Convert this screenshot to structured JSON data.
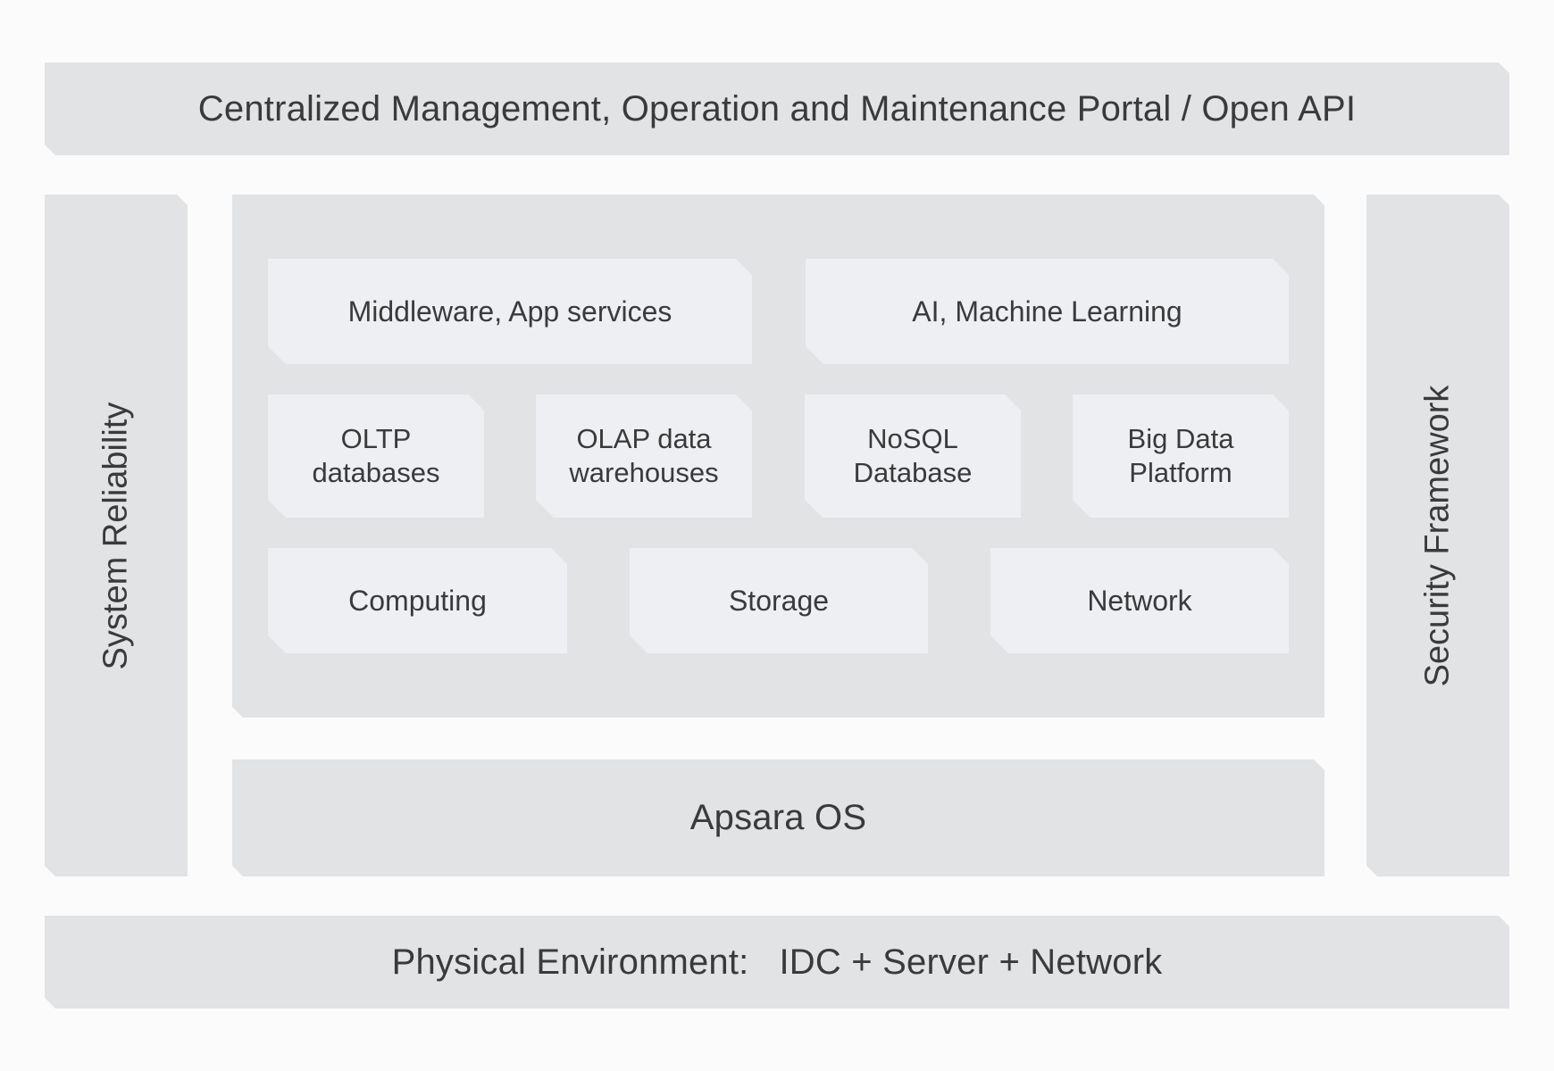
{
  "top_bar": {
    "label": "Centralized Management, Operation and Maintenance Portal / Open API"
  },
  "left_pillar": {
    "label": "System Reliability"
  },
  "right_pillar": {
    "label": "Security Framework"
  },
  "core": {
    "row1": [
      {
        "label": "Middleware, App services"
      },
      {
        "label": "AI, Machine Learning"
      }
    ],
    "row2": [
      {
        "label": "OLTP\ndatabases"
      },
      {
        "label": "OLAP data\nwarehouses"
      },
      {
        "label": "NoSQL\nDatabase"
      },
      {
        "label": "Big Data\nPlatform"
      }
    ],
    "row3": [
      {
        "label": "Computing"
      },
      {
        "label": "Storage"
      },
      {
        "label": "Network"
      }
    ]
  },
  "os_bar": {
    "label": "Apsara OS"
  },
  "bottom_bar": {
    "label": "Physical Environment:   IDC + Server + Network"
  },
  "colors": {
    "background": "#fbfbfb",
    "outer_block": "#e1e3e5",
    "inner_block": "#edeff3",
    "text": "#3a3a3a"
  }
}
